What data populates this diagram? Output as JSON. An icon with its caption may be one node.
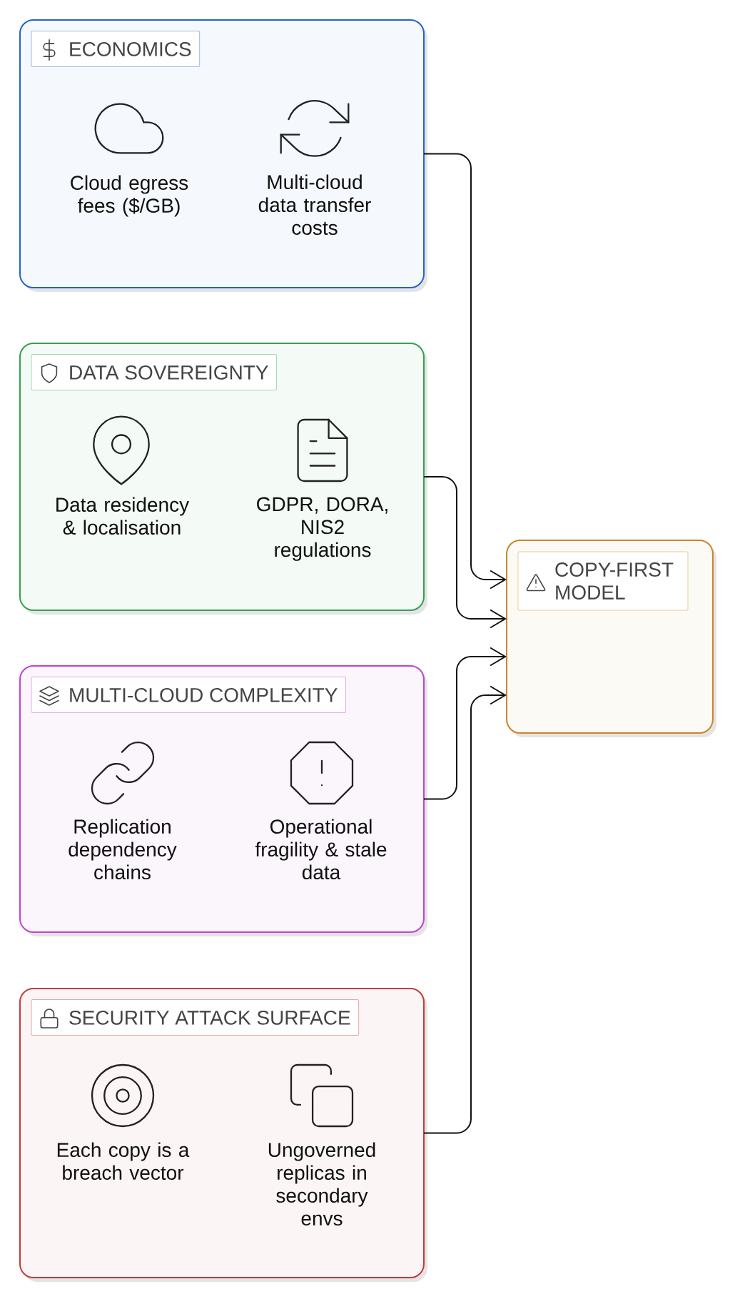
{
  "diagram": {
    "nodes": [
      {
        "text": [
          "ECONOMICS"
        ]
      },
      {
        "text": [
          "Cloud egress fees ($/GB)"
        ],
        "in": 0
      },
      {
        "text": [
          "Multi-cloud data transfer costs"
        ],
        "in": 0
      },
      {
        "text": [
          "DATA SOVEREIGNTY"
        ]
      },
      {
        "text": [
          "Data residency & localisation"
        ],
        "in": 3
      },
      {
        "text": [
          "GDPR, DORA, NIS2 regulations"
        ],
        "in": 3
      },
      {
        "text": [
          "MULTI-CLOUD COMPLEXITY"
        ]
      },
      {
        "text": [
          "Replication dependency chains"
        ],
        "in": 6
      },
      {
        "text": [
          "Operational fragility & stale data"
        ],
        "in": 6
      },
      {
        "text": [
          "SECURITY ATTACK SURFACE"
        ]
      },
      {
        "text": [
          "Each copy is a breach vector"
        ],
        "in": 9
      },
      {
        "text": [
          "Ungoverned replicas in secondary envs"
        ],
        "in": 9
      },
      {
        "text": [
          "COPY-FIRST MODEL"
        ]
      }
    ],
    "edges": [
      {
        "from": 0,
        "to": 12,
        "arrow": "to"
      },
      {
        "from": 3,
        "to": 12,
        "arrow": "to"
      },
      {
        "from": 6,
        "to": 12,
        "arrow": "to"
      },
      {
        "from": 9,
        "to": 12,
        "arrow": "to"
      }
    ]
  }
}
